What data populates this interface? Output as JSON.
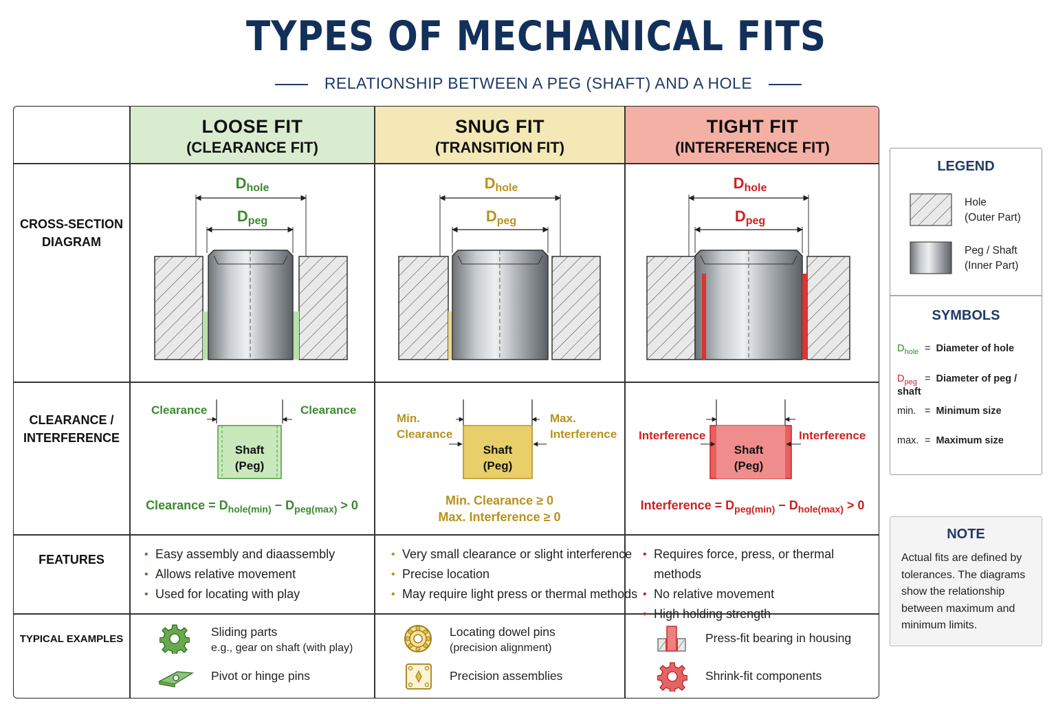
{
  "title": "TYPES OF MECHANICAL FITS",
  "subtitle": "RELATIONSHIP BETWEEN A PEG (SHAFT) AND A HOLE",
  "columns": [
    {
      "title": "LOOSE FIT",
      "subtitle": "(CLEARANCE FIT)",
      "color": "#d9ecd0",
      "accent": "#3a8a2e"
    },
    {
      "title": "SNUG FIT",
      "subtitle": "(TRANSITION FIT)",
      "color": "#f3e8b6",
      "accent": "#b8921c"
    },
    {
      "title": "TIGHT FIT",
      "subtitle": "(INTERFERENCE FIT)",
      "color": "#f4b0a4",
      "accent": "#cc2020"
    }
  ],
  "rows": {
    "cross_section": "CROSS-SECTION\nDIAGRAM",
    "clearance": "CLEARANCE /\nINTERFERENCE",
    "features": "FEATURES",
    "examples": "TYPICAL EXAMPLES"
  },
  "symbols": {
    "D": "D",
    "hole": "hole",
    "peg": "peg"
  },
  "clearance_row": {
    "loose": {
      "left": "Clearance",
      "right": "Clearance",
      "shaft": "Shaft",
      "peg": "(Peg)",
      "formula_a": "Clearance = D",
      "sub1": "hole(min)",
      "mid": " − D",
      "sub2": "peg(max)",
      "end": " > 0"
    },
    "snug": {
      "left1": "Min.",
      "left2": "Clearance",
      "right1": "Max.",
      "right2": "Interference",
      "shaft": "Shaft",
      "peg": "(Peg)",
      "f1": "Min. Clearance ≥ 0",
      "f2": "Max. Interference ≥ 0"
    },
    "tight": {
      "left": "Interference",
      "right": "Interference",
      "shaft": "Shaft",
      "peg": "(Peg)",
      "formula_a": "Interference = D",
      "sub1": "peg(min)",
      "mid": " − D",
      "sub2": "hole(max)",
      "end": " > 0"
    }
  },
  "features": {
    "loose": [
      "Easy assembly and diaassembly",
      "Allows relative movement",
      "Used for locating with play"
    ],
    "snug": [
      "Very small clearance or slight interference",
      "Precise location",
      "May require light press or thermal methods"
    ],
    "tight": [
      "Requires force, press, or thermal methods",
      "No relative movement",
      "High holding strength"
    ]
  },
  "examples": {
    "loose": [
      {
        "l1": "Sliding parts",
        "l2": "e.g., gear on shaft (with play)",
        "icon": "gear-icon"
      },
      {
        "l1": "Pivot or hinge pins",
        "icon": "hinge-icon"
      }
    ],
    "snug": [
      {
        "l1": "Locating dowel pins",
        "l2": "(precision alignment)",
        "icon": "bearing-icon"
      },
      {
        "l1": "Precision assemblies",
        "icon": "assembly-icon"
      }
    ],
    "tight": [
      {
        "l1": "Press-fit bearing in housing",
        "icon": "press-fit-icon"
      },
      {
        "l1": "Shrink-fit components",
        "icon": "gear-icon"
      }
    ]
  },
  "legend": {
    "title": "LEGEND",
    "hole1": "Hole",
    "hole2": "(Outer Part)",
    "peg1": "Peg / Shaft",
    "peg2": "(Inner Part)",
    "symbols_title": "SYMBOLS",
    "s_hole": "Diameter of hole",
    "s_peg": "Diameter of peg / shaft",
    "s_min_key": "min.",
    "s_min": "Minimum size",
    "s_max_key": "max.",
    "s_max": "Maximum size",
    "eq": "="
  },
  "note": {
    "title": "NOTE",
    "text": "Actual fits are defined by tolerances. The diagrams show the relationship between maximum and minimum limits."
  }
}
